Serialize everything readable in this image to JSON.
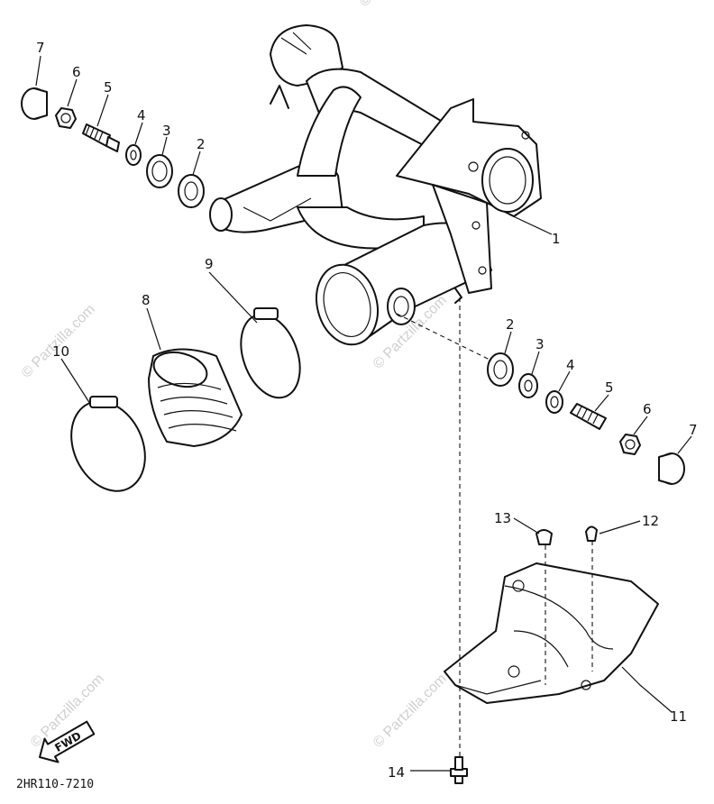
{
  "diagram": {
    "callouts": [
      "1",
      "2",
      "3",
      "4",
      "5",
      "6",
      "7",
      "2",
      "3",
      "4",
      "5",
      "6",
      "7",
      "8",
      "9",
      "10",
      "11",
      "12",
      "13",
      "14"
    ],
    "diagram_code": "2HR110-7210",
    "fwd_label": "FWD",
    "watermark": "© Partzilla.com"
  },
  "colors": {
    "line": "#111111",
    "background": "#ffffff",
    "watermark": "#cfcfcf"
  }
}
